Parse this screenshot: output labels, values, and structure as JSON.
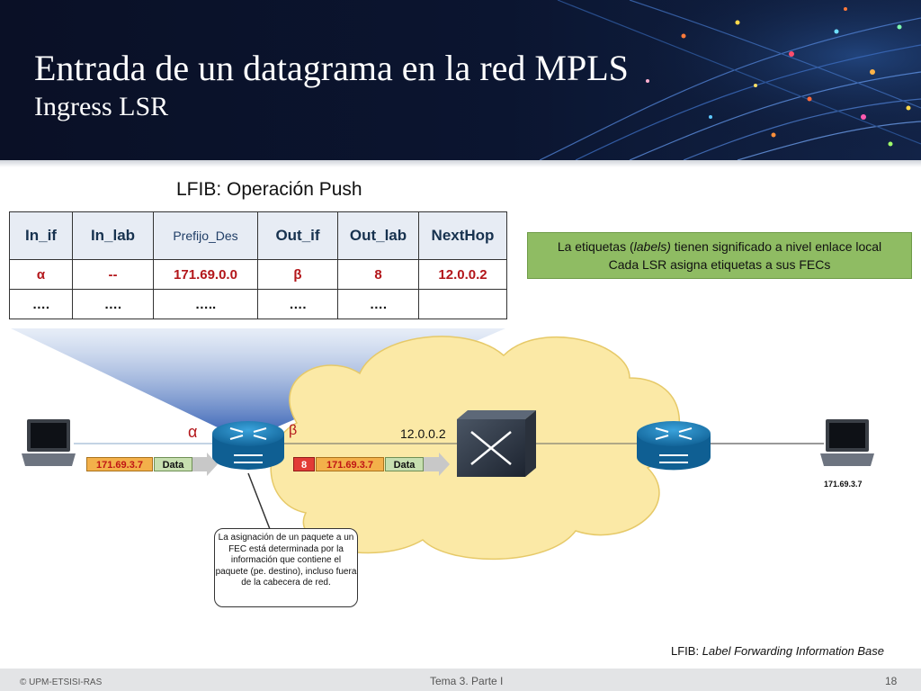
{
  "header": {
    "title": "Entrada de un datagrama en la red MPLS",
    "subtitle": "Ingress LSR"
  },
  "table": {
    "title": "LFIB: Operación Push",
    "headers": [
      "In_if",
      "In_lab",
      "Prefijo_Des",
      "Out_if",
      "Out_lab",
      "NextHop"
    ],
    "rows": [
      [
        "α",
        "--",
        "171.69.0.0",
        "β",
        "8",
        "12.0.0.2"
      ],
      [
        "….",
        "….",
        "…..",
        "….",
        "….",
        ""
      ]
    ]
  },
  "note": {
    "line1_pre": "La etiquetas (",
    "line1_em": "labels)",
    "line1_post": " tienen significado a nivel  enlace local",
    "line2": "Cada LSR asigna etiquetas a sus FECs"
  },
  "diagram": {
    "in_if": "α",
    "out_if": "β",
    "next_hop": "12.0.0.2",
    "dest_ip": "171.69.3.7",
    "packet_in": {
      "ip": "171.69.3.7",
      "data": "Data"
    },
    "packet_out": {
      "label": "8",
      "ip": "171.69.3.7",
      "data": "Data"
    },
    "callout": "La asignación de un paquete a un FEC está determinada por la información que contiene el paquete (pe. destino), incluso fuera de la cabecera de red."
  },
  "footnote": {
    "pre": "LFIB: ",
    "em": "Label Forwarding Information Base"
  },
  "footer": {
    "left": "© UPM-ETSISI-RAS",
    "center": "Tema 3. Parte I",
    "page": "18"
  },
  "colors": {
    "label_red": "#b3161a",
    "note_green": "#8fbc63",
    "router_blue": "#1a7fb8",
    "cloud_yellow": "#fbe9a6"
  }
}
